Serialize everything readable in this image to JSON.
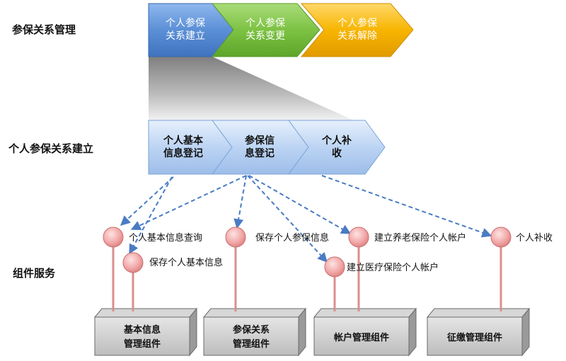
{
  "row_labels": {
    "top": "参保关系管理",
    "middle": "个人参保关系建立",
    "bottom": "组件服务"
  },
  "top_steps": [
    {
      "line1": "个人参保",
      "line2": "关系建立",
      "color": "#5b8fd6"
    },
    {
      "line1": "个人参保",
      "line2": "关系变更",
      "color": "#7dc243"
    },
    {
      "line1": "个人参保",
      "line2": "关系解除",
      "color": "#f7b500"
    }
  ],
  "mid_steps": [
    {
      "line1": "个人基本",
      "line2": "信息登记"
    },
    {
      "line1": "参保信",
      "line2": "息登记"
    },
    {
      "line1": "个人补",
      "line2": "收"
    }
  ],
  "services": [
    {
      "label": "个人基本信息查询"
    },
    {
      "label": "保存个人基本信息"
    },
    {
      "label": "保存个人参保信息"
    },
    {
      "label": "建立医疗保险个人帐户"
    },
    {
      "label": "建立养老保险个人帐户"
    },
    {
      "label": "个人补收"
    }
  ],
  "components": [
    {
      "line1": "基本信息",
      "line2": "管理组件"
    },
    {
      "line1": "参保关系",
      "line2": "管理组件"
    },
    {
      "line1": "帐户管理组件",
      "line2": ""
    },
    {
      "line1": "征缴管理组件",
      "line2": ""
    }
  ]
}
